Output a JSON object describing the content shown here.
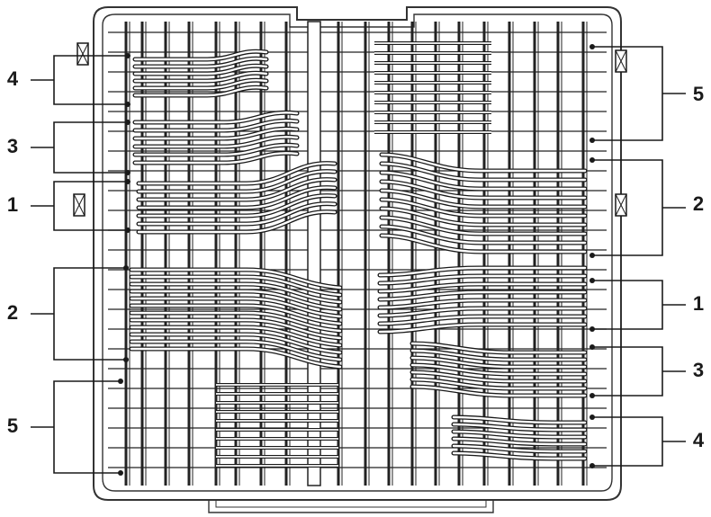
{
  "diagram": {
    "left_callouts": [
      {
        "id": "L4",
        "label": "4"
      },
      {
        "id": "L3",
        "label": "3"
      },
      {
        "id": "L1",
        "label": "1"
      },
      {
        "id": "L2",
        "label": "2"
      },
      {
        "id": "L5",
        "label": "5"
      }
    ],
    "right_callouts": [
      {
        "id": "R5",
        "label": "5"
      },
      {
        "id": "R2",
        "label": "2"
      },
      {
        "id": "R1",
        "label": "1"
      },
      {
        "id": "R3",
        "label": "3"
      },
      {
        "id": "R4",
        "label": "4"
      }
    ],
    "colors": {
      "line": "#1a1a1a",
      "tray_outline": "#333333",
      "rack_bar": "#222222",
      "cutlery_fill": "#ffffff",
      "background": "#ffffff"
    }
  }
}
